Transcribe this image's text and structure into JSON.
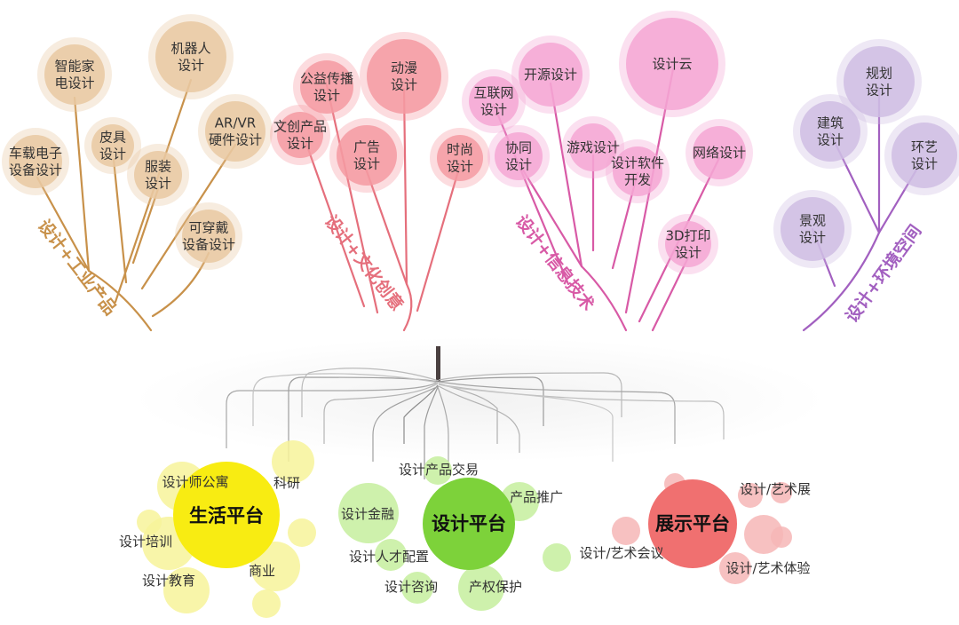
{
  "branches": [
    {
      "id": "industrial",
      "label": "设计+工业产品",
      "color": "#c8914a",
      "bubble": "#e9c9a2",
      "nodes": [
        {
          "id": "smart-appliance",
          "lines": [
            "智能家",
            "电设计"
          ]
        },
        {
          "id": "robot-design",
          "lines": [
            "机器人",
            "设计"
          ]
        },
        {
          "id": "vehicle-electronics",
          "lines": [
            "车载电子",
            "设备设计"
          ]
        },
        {
          "id": "leather-design",
          "lines": [
            "皮具",
            "设计"
          ]
        },
        {
          "id": "ar-vr-hardware",
          "lines": [
            "AR/VR",
            "硬件设计"
          ]
        },
        {
          "id": "apparel-design",
          "lines": [
            "服装",
            "设计"
          ]
        },
        {
          "id": "wearable-design",
          "lines": [
            "可穿戴",
            "设备设计"
          ]
        }
      ]
    },
    {
      "id": "culture",
      "label": "设计+文化创意",
      "color": "#e56f7c",
      "bubble": "#f59aa2",
      "nodes": [
        {
          "id": "public-welfare",
          "lines": [
            "公益传播",
            "设计"
          ]
        },
        {
          "id": "animation-design",
          "lines": [
            "动漫",
            "设计"
          ]
        },
        {
          "id": "cultural-products",
          "lines": [
            "文创产品",
            "设计"
          ]
        },
        {
          "id": "advertising-design",
          "lines": [
            "广告",
            "设计"
          ]
        },
        {
          "id": "fashion-design",
          "lines": [
            "时尚",
            "设计"
          ]
        }
      ]
    },
    {
      "id": "it",
      "label": "设计+信息技术",
      "color": "#d85aa6",
      "bubble": "#f4a6d4",
      "nodes": [
        {
          "id": "internet-design",
          "lines": [
            "互联网",
            "设计"
          ]
        },
        {
          "id": "open-source-design",
          "lines": [
            "开源设计"
          ]
        },
        {
          "id": "design-cloud",
          "lines": [
            "设计云"
          ]
        },
        {
          "id": "collab-design",
          "lines": [
            "协同",
            "设计"
          ]
        },
        {
          "id": "game-design",
          "lines": [
            "游戏设计"
          ]
        },
        {
          "id": "design-software",
          "lines": [
            "设计软件",
            "开发"
          ]
        },
        {
          "id": "network-design",
          "lines": [
            "网络设计"
          ]
        },
        {
          "id": "3d-print-design",
          "lines": [
            "3D打印",
            "设计"
          ]
        }
      ]
    },
    {
      "id": "environment",
      "label": "设计+环境空间",
      "color": "#a260c0",
      "bubble": "#cfbde3",
      "nodes": [
        {
          "id": "planning-design",
          "lines": [
            "规划",
            "设计"
          ]
        },
        {
          "id": "architecture-design",
          "lines": [
            "建筑",
            "设计"
          ]
        },
        {
          "id": "environmental-art",
          "lines": [
            "环艺",
            "设计"
          ]
        },
        {
          "id": "landscape-design",
          "lines": [
            "景观",
            "设计"
          ]
        }
      ]
    }
  ],
  "platforms": [
    {
      "id": "life",
      "title": "生活平台",
      "color": "#f8ec12",
      "light": "#f7f39a",
      "items": [
        "设计师公寓",
        "科研",
        "设计培训",
        "设计教育",
        "商业"
      ]
    },
    {
      "id": "design",
      "title": "设计平台",
      "color": "#7dd23a",
      "light": "#c6ef9e",
      "items": [
        "设计产品交易",
        "产品推广",
        "设计金融",
        "设计人才配置",
        "设计咨询",
        "产权保护"
      ]
    },
    {
      "id": "exhibit",
      "title": "展示平台",
      "color": "#f07070",
      "light": "#f6b6b6",
      "items": [
        "设计/艺术展",
        "设计/艺术会议",
        "设计/艺术体验"
      ]
    }
  ]
}
